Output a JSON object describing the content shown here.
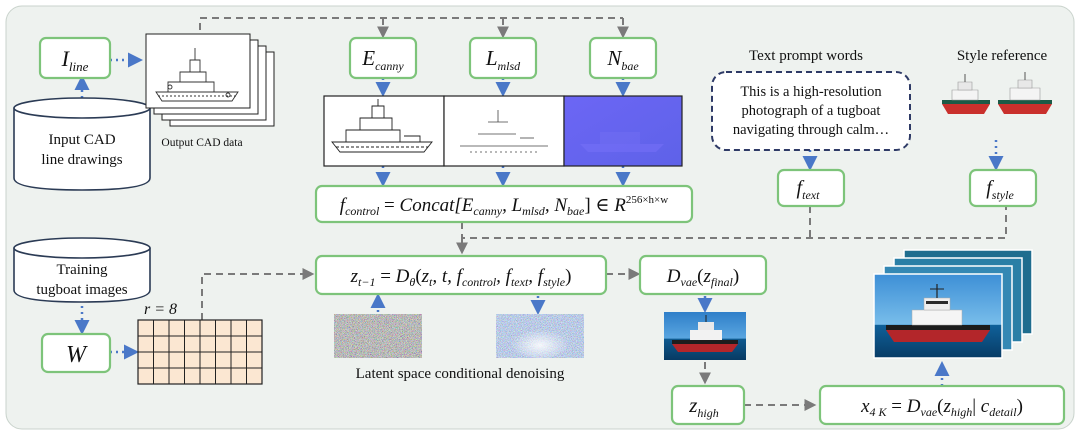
{
  "colors": {
    "background": "#eef2ef",
    "box_border": "#7dc47a",
    "box_fill": "#ffffff",
    "arrow_blue": "#4a78c8",
    "arrow_gray": "#7a7a7a",
    "prompt_border": "#2e3a66",
    "grid_fill": "#fbe7d2",
    "normal_map": "#6a64f0",
    "text": "#111111"
  },
  "labels": {
    "input_cad": [
      "Input CAD",
      "line drawings"
    ],
    "output_cad": "Output CAD data",
    "training": [
      "Training",
      "tugboat images"
    ],
    "text_prompt_title": "Text prompt words",
    "style_ref_title": "Style reference",
    "prompt_lines": [
      "This is a high-resolution",
      "photograph of a tugboat",
      "navigating through calm…"
    ],
    "latent_caption": "Latent space conditional denoising",
    "r_label": "r = 8"
  },
  "nodes": {
    "i_line": {
      "main": "I",
      "sub": "line"
    },
    "e_canny": {
      "main": "E",
      "sub": "canny"
    },
    "l_mlsd": {
      "main": "L",
      "sub": "mlsd"
    },
    "n_bae": {
      "main": "N",
      "sub": "bae"
    },
    "f_text": {
      "main": "f",
      "sub": "text"
    },
    "f_style": {
      "main": "f",
      "sub": "style"
    },
    "w": {
      "main": "W"
    },
    "z_high": {
      "main": "z",
      "sub": "high"
    }
  },
  "formulas": {
    "f_control": {
      "lhs_main": "f",
      "lhs_sub": "control",
      "eq": " = ",
      "fn": "Concat[",
      "a": "E",
      "a_sub": "canny",
      "c1": ", ",
      "b": "L",
      "b_sub": "mlsd",
      "c2": ", ",
      "c": "N",
      "c_sub": "bae",
      "close": "] ∈ ",
      "r": "R",
      "r_sup": "256×h×w"
    },
    "denoise": {
      "lhs": "z",
      "lhs_sub": "t−1",
      "eq": " = ",
      "d": "D",
      "d_sub": "θ",
      "open": "(",
      "z": "z",
      "z_sub": "t",
      "t": ", t, ",
      "f1": "f",
      "f1_sub": "control",
      "c1": ", ",
      "f2": "f",
      "f2_sub": "text",
      "c2": ", ",
      "f3": "f",
      "f3_sub": "style",
      "close": ")"
    },
    "d_vae": {
      "d": "D",
      "d_sub": "vae",
      "open": "(",
      "z": "z",
      "z_sub": "final",
      "close": ")"
    },
    "x4k": {
      "x": "x",
      "x_sub": "4 K",
      "eq": " = ",
      "d": "D",
      "d_sub": "vae",
      "open": "(",
      "z": "z",
      "z_sub": "high",
      "bar": "|  ",
      "c": "c",
      "c_sub": "detail",
      "close": ")"
    }
  }
}
